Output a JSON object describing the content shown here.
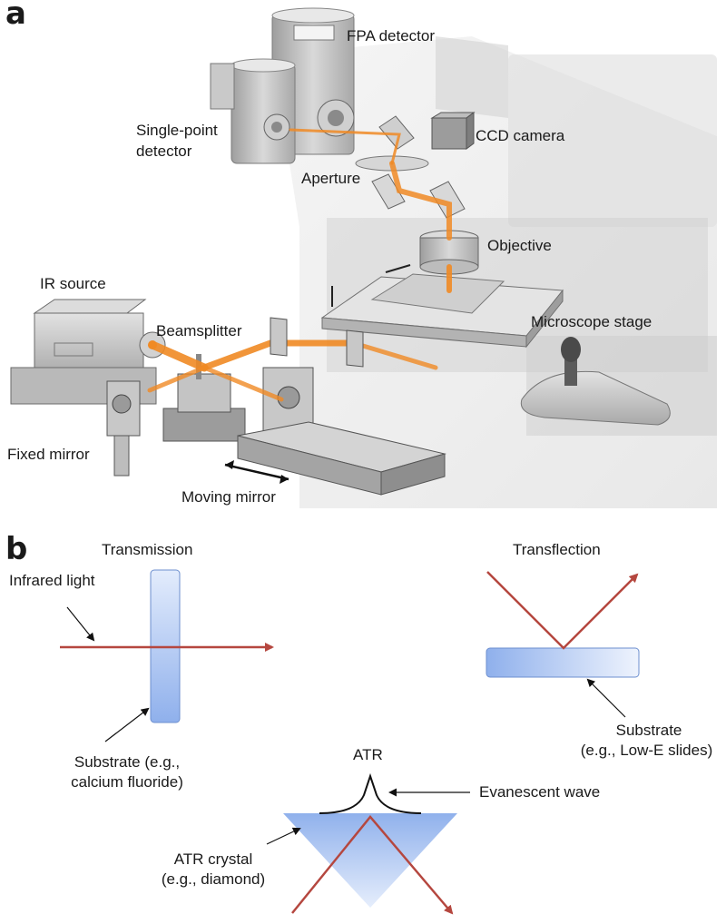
{
  "panel_a": {
    "letter": "a",
    "labels": {
      "fpa_detector": "FPA detector",
      "single_point_detector_line1": "Single-point",
      "single_point_detector_line2": "detector",
      "ccd_camera": "CCD camera",
      "aperture": "Aperture",
      "objective": "Objective",
      "ir_source": "IR source",
      "beamsplitter": "Beamsplitter",
      "microscope_stage": "Microscope stage",
      "fixed_mirror": "Fixed mirror",
      "moving_mirror": "Moving mirror"
    }
  },
  "panel_b": {
    "letter": "b",
    "transmission": {
      "title": "Transmission",
      "infrared_light": "Infrared light",
      "substrate_line1": "Substrate (e.g.,",
      "substrate_line2": "calcium fluoride)"
    },
    "transflection": {
      "title": "Transflection",
      "substrate_line1": "Substrate",
      "substrate_line2": "(e.g., Low-E slides)"
    },
    "atr": {
      "title": "ATR",
      "evanescent_wave": "Evanescent wave",
      "crystal_line1": "ATR crystal",
      "crystal_line2": "(e.g., diamond)"
    }
  },
  "colors": {
    "beam_orange": "#f08a24",
    "ray_red": "#b5473f",
    "substrate_blue_light": "#dde8fb",
    "substrate_blue_dark": "#8fb0ec",
    "instrument_gray": "#bdbdbd"
  }
}
